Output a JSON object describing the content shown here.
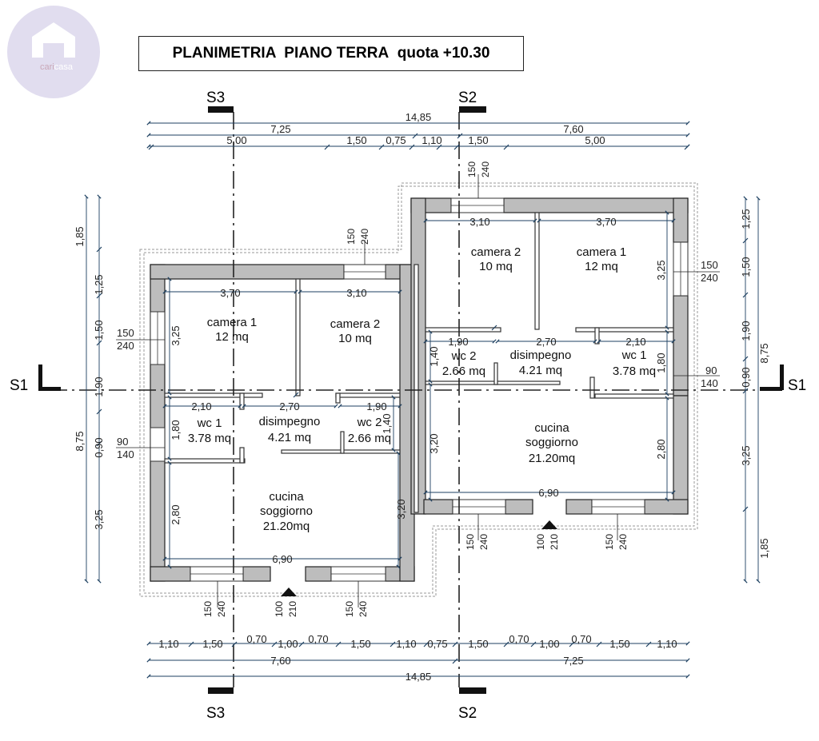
{
  "title": {
    "main": "PLANIMETRIA  PIANO TERRA",
    "quota": "quota +10.30"
  },
  "logo": {
    "text_a": "cari",
    "text_b": "casa"
  },
  "section_marks": {
    "s1": "S1",
    "s2": "S2",
    "s3": "S3"
  },
  "left_unit": {
    "rooms": [
      {
        "name": "camera 1",
        "area": "12 mq"
      },
      {
        "name": "camera 2",
        "area": "10 mq"
      },
      {
        "name": "wc 1",
        "area": "3.78 mq"
      },
      {
        "name": "disimpegno",
        "area": "4.21 mq"
      },
      {
        "name": "wc 2",
        "area": "2.66 mq"
      },
      {
        "name_l1": "cucina",
        "name_l2": "soggiorno",
        "area": "21.20mq"
      }
    ],
    "dims": {
      "cam1_w": "3,70",
      "cam2_w": "3,10",
      "cam_h": "3,25",
      "wc1_w": "2,10",
      "dis_w": "2,70",
      "wc2_w": "1,90",
      "wc1_h": "1,80",
      "wc2_h": "1,40",
      "cuc_h_l": "2,80",
      "cuc_h_r": "3,20",
      "cuc_w": "6,90"
    }
  },
  "right_unit": {
    "rooms": [
      {
        "name": "camera 2",
        "area": "10 mq"
      },
      {
        "name": "camera 1",
        "area": "12 mq"
      },
      {
        "name": "wc 2",
        "area": "2.66 mq"
      },
      {
        "name": "disimpegno",
        "area": "4.21 mq"
      },
      {
        "name": "wc 1",
        "area": "3.78 mq"
      },
      {
        "name_l1": "cucina",
        "name_l2": "soggiorno",
        "area": "21.20mq"
      }
    ],
    "dims": {
      "cam2_w": "3,10",
      "cam1_w": "3,70",
      "cam_h": "3,25",
      "wc2_w": "1,90",
      "dis_w": "2,70",
      "wc1_w": "2,10",
      "wc2_h": "1,40",
      "wc1_h": "1,80",
      "cuc_h_l": "3,20",
      "cuc_h_r": "2,80",
      "cuc_w": "6,90"
    }
  },
  "top_dims": {
    "total": "14,85",
    "row2": [
      "7,25",
      "7,60"
    ],
    "row3": [
      "5,00",
      "1,50",
      "0,75",
      "1,10",
      "1,50",
      "5,00"
    ]
  },
  "bottom_dims": {
    "row1": [
      "1,10",
      "1,50",
      "0,70",
      "1,00",
      "0,70",
      "1,50",
      "1,10",
      "0,75",
      "1,50",
      "0,70",
      "1,00",
      "0,70",
      "1,50",
      "1,10"
    ],
    "row2": [
      "7,60",
      "7,25"
    ],
    "total": "14,85"
  },
  "left_dims": {
    "outer": "8,75",
    "inner": [
      "1,85",
      "1,25",
      "1,50",
      "1,90",
      "0,90",
      "3,25"
    ]
  },
  "right_dims": {
    "outer": "8,75",
    "inner": [
      "1,25",
      "1,50",
      "1,90",
      "0,90",
      "3,25",
      "1,85"
    ]
  },
  "openings": {
    "win_150": "150",
    "win_240": "240",
    "door_100": "100",
    "door_210": "210",
    "small_90": "90",
    "small_140": "140"
  }
}
